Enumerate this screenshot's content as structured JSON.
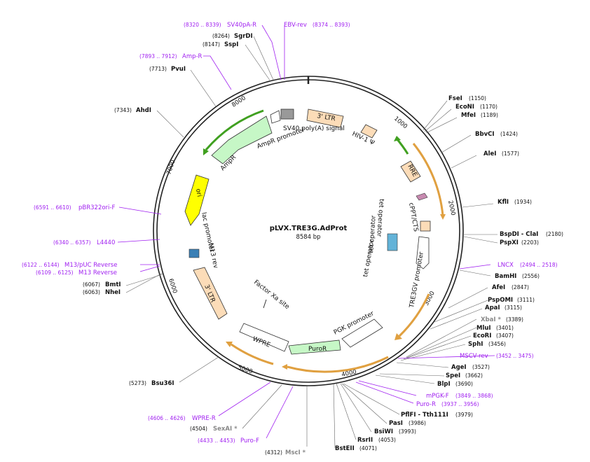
{
  "plasmid": {
    "name": "pLVX.TRE3G.AdProt",
    "length": "8584 bp"
  },
  "ticks": [
    "1000",
    "2000",
    "3000",
    "4000",
    "5000",
    "6000",
    "7000",
    "8000"
  ],
  "enzymes": {
    "fsei": {
      "name": "FseI",
      "pos": "(1150)"
    },
    "econi": {
      "name": "EcoNI",
      "pos": "(1170)"
    },
    "mfei": {
      "name": "MfeI",
      "pos": "(1189)"
    },
    "bbvci": {
      "name": "BbvCI",
      "pos": "(1424)"
    },
    "alei": {
      "name": "AleI",
      "pos": "(1577)"
    },
    "kfli": {
      "name": "KflI",
      "pos": "(1934)"
    },
    "bspdi": {
      "name": "BspDI - ClaI",
      "pos": "(2180)"
    },
    "pspxi": {
      "name": "PspXI",
      "pos": "(2203)"
    },
    "bamhi": {
      "name": "BamHI",
      "pos": "(2556)"
    },
    "afei": {
      "name": "AfeI",
      "pos": "(2847)"
    },
    "pspomi": {
      "name": "PspOMI",
      "pos": "(3111)"
    },
    "apai": {
      "name": "ApaI",
      "pos": "(3115)"
    },
    "xbai": {
      "name": "XbaI *",
      "pos": "(3389)"
    },
    "mlui": {
      "name": "MluI",
      "pos": "(3401)"
    },
    "ecori": {
      "name": "EcoRI",
      "pos": "(3407)"
    },
    "sphi": {
      "name": "SphI",
      "pos": "(3456)"
    },
    "agei": {
      "name": "AgeI",
      "pos": "(3527)"
    },
    "spei": {
      "name": "SpeI",
      "pos": "(3662)"
    },
    "blpi": {
      "name": "BlpI",
      "pos": "(3690)"
    },
    "pflfi": {
      "name": "PflFI - Tth111I",
      "pos": "(3979)"
    },
    "pasi": {
      "name": "PasI",
      "pos": "(3986)"
    },
    "bsiwi": {
      "name": "BsiWI",
      "pos": "(3993)"
    },
    "rsrii": {
      "name": "RsrII",
      "pos": "(4053)"
    },
    "bsteii": {
      "name": "BstEII",
      "pos": "(4071)"
    },
    "msci": {
      "name": "MscI *",
      "pos": "(4312)"
    },
    "sexai": {
      "name": "SexAI *",
      "pos": "(4504)"
    },
    "bsu36i": {
      "name": "Bsu36I",
      "pos": "(5273)"
    },
    "bmti": {
      "name": "BmtI",
      "pos": "(6067)"
    },
    "nhei": {
      "name": "NheI",
      "pos": "(6063)"
    },
    "ahdi": {
      "name": "AhdI",
      "pos": "(7343)"
    },
    "pvui": {
      "name": "PvuI",
      "pos": "(7713)"
    },
    "sspi": {
      "name": "SspI",
      "pos": "(8147)"
    },
    "sgrdi": {
      "name": "SgrDI",
      "pos": "(8264)"
    }
  },
  "primers": {
    "sv40par": {
      "name": "SV40pA-R",
      "pos": "(8320 .. 8339)"
    },
    "ebvrev": {
      "name": "EBV-rev",
      "pos": "(8374 .. 8393)"
    },
    "ampr": {
      "name": "Amp-R",
      "pos": "(7893 .. 7912)"
    },
    "pbr322": {
      "name": "pBR322ori-F",
      "pos": "(6591 .. 6610)"
    },
    "l4440": {
      "name": "L4440",
      "pos": "(6340 .. 6357)"
    },
    "m13puc": {
      "name": "M13/pUC Reverse",
      "pos": "(6122 .. 6144)"
    },
    "m13rev": {
      "name": "M13 Reverse",
      "pos": "(6109 .. 6125)"
    },
    "lncx": {
      "name": "LNCX",
      "pos": "(2494 .. 2518)"
    },
    "mscvrev": {
      "name": "MSCV-rev",
      "pos": "(3452 .. 3475)"
    },
    "mpgkf": {
      "name": "mPGK-F",
      "pos": "(3849 .. 3868)"
    },
    "puror": {
      "name": "Puro-R",
      "pos": "(3937 .. 3956)"
    },
    "wprer": {
      "name": "WPRE-R",
      "pos": "(4606 .. 4626)"
    },
    "purof": {
      "name": "Puro-F",
      "pos": "(4433 .. 4453)"
    }
  },
  "features": {
    "ltr3": "3' LTR",
    "hiv": "HIV-1 Ψ",
    "rre": "RRE",
    "cppt": "cPPT/CTS",
    "tetop1": "tet operator",
    "tetop2": "tet operator",
    "tetop3": "tet operator",
    "tre3gv": "TRE3GV promoter",
    "pgk": "PGK promoter",
    "puro": "PuroR",
    "wpre": "WPRE",
    "factorxa": "Factor Xa site",
    "ltr3b": "3' LTR",
    "m13rev": "M13 rev",
    "lacprom": "lac promoter",
    "ori": "ori",
    "ampr": "AmpR",
    "amprprom": "AmpR promoter",
    "sv40": "SV40 poly(A) signal"
  },
  "colors": {
    "ltr": "#fcdcb8",
    "amp": "#c6f7c6",
    "ori": "#ffff00",
    "primer": "#a020f0",
    "orange_arrow": "#e0a040",
    "green_arrow": "#40a020"
  }
}
